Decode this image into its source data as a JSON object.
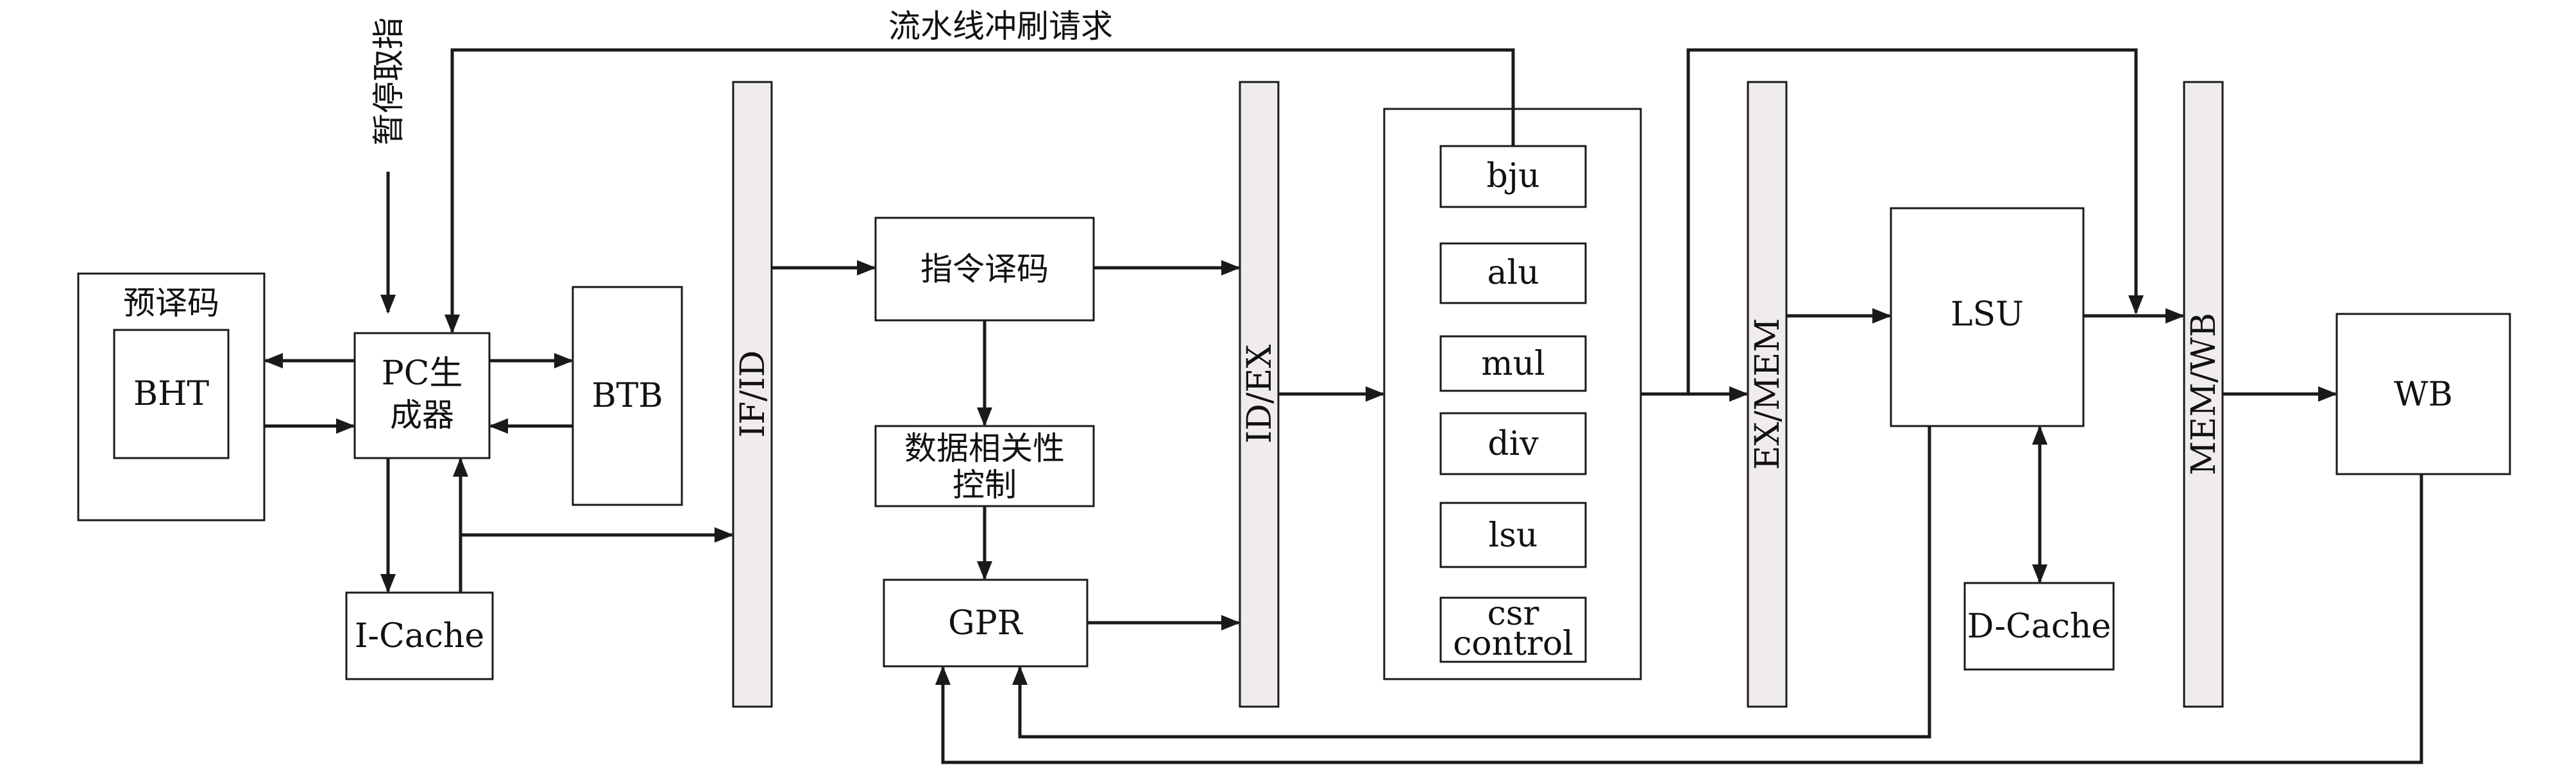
{
  "labels": {
    "flush_request": "流水线冲刷请求",
    "stall_fetch": "暂停取指",
    "predecode": "预译码",
    "bht": "BHT",
    "pc_gen_line1": "PC生",
    "pc_gen_line2": "成器",
    "btb": "BTB",
    "icache": "I-Cache",
    "if_id": "IF/ID",
    "decode": "指令译码",
    "dep_line1": "数据相关性",
    "dep_line2": "控制",
    "gpr": "GPR",
    "id_ex": "ID/EX",
    "bju": "bju",
    "alu": "alu",
    "mul": "mul",
    "div": "div",
    "lsu_unit": "lsu",
    "csr_line1": "csr",
    "csr_line2": "control",
    "ex_mem": "EX/MEM",
    "lsu": "LSU",
    "dcache": "D-Cache",
    "mem_wb": "MEM/WB",
    "wb": "WB"
  }
}
